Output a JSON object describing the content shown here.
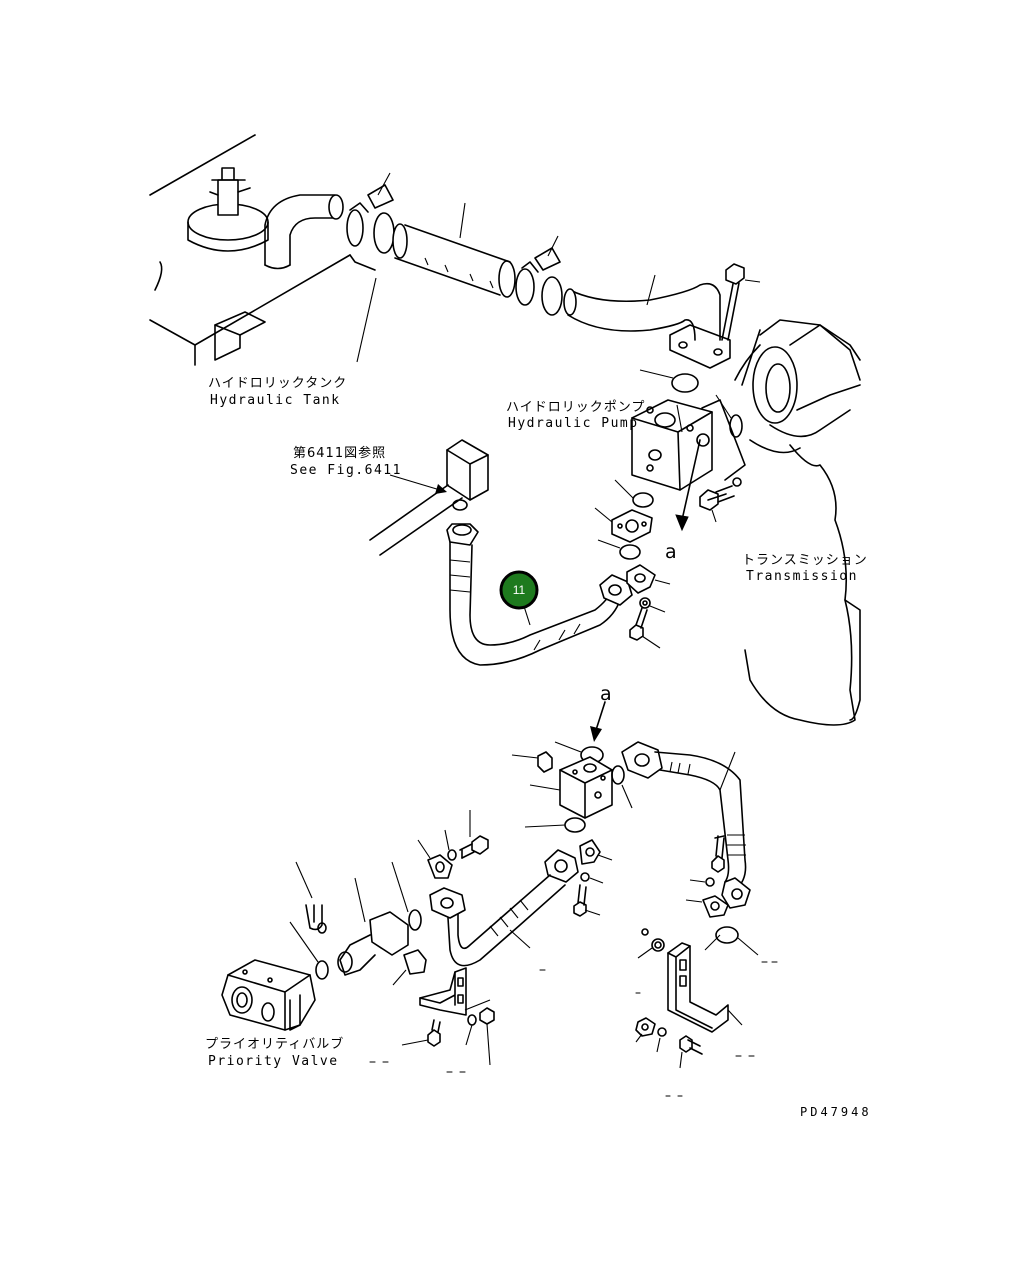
{
  "labels": {
    "hydraulic_tank_jp": "ハイドロリックタンク",
    "hydraulic_tank_en": "Hydraulic Tank",
    "hydraulic_pump_jp": "ハイドロリックポンプ",
    "hydraulic_pump_en": "Hydraulic Pump",
    "see_fig_jp": "第6411図参照",
    "see_fig_en": "See Fig.6411",
    "transmission_jp": "トランスミッション",
    "transmission_en": "Transmission",
    "priority_valve_jp": "プライオリティバルブ",
    "priority_valve_en": "Priority Valve",
    "view_a_top": "a",
    "view_a_bottom": "a",
    "drawing_code": "PD47948"
  },
  "callout": {
    "number": "11",
    "color": "#1e7a1e",
    "border_color": "#000000"
  }
}
